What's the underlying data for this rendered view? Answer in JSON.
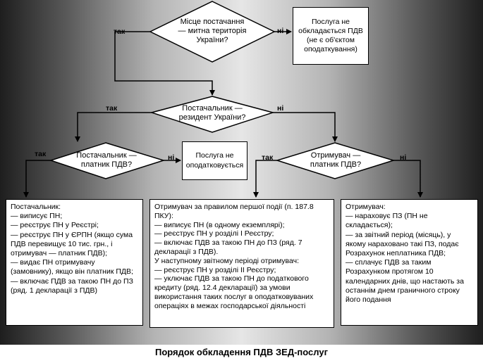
{
  "diagram": {
    "decisions": {
      "d1": "Місце постачання — митна територія України?",
      "d2": "Постачальник — резидент України?",
      "d3": "Постачальник — платник ПДВ?",
      "d4": "Отримувач — платник ПДВ?"
    },
    "boxes": {
      "not_taxed_object": "Послуга не обкладається ПДВ (не є об'єктом оподаткування)",
      "not_taxed": "Послуга не оподатковується",
      "supplier": "Постачальник:\n— виписує ПН;\n— реєструє ПН у Реєстрі;\n— реєструє ПН у ЄРПН (якщо сума ПДВ перевищує 10 тис. грн., і отримувач — платник ПДВ);\n— видає ПН отримувачу (замовнику), якщо він платник ПДВ;\n— включає ПДВ за такою ПН до ПЗ (ряд. 1 декларації з ПДВ)",
      "receiver_first_event": "Отримувач за правилом першої події (п. 187.8 ПКУ):\n— виписує ПН (в одному екземплярі);\n— реєструє ПН у розділі І Реєстру;\n— включає ПДВ за такою ПН до ПЗ (ряд. 7 декларації з ПДВ).\nУ наступному звітному періоді отримувач:\n— реєструє ПН у розділі ІІ Реєстру;\n— уключає ПДВ за такою ПН до податкового кредиту (ряд. 12.4 декларації) за умови використання таких послуг в оподатковуваних операціях в межах господарської діяльності",
      "receiver_nonpayer": "Отримувач:\n— нараховує ПЗ (ПН не складається);\n— за звітний період (місяць), у якому нараховано такі ПЗ, подає Розрахунок неплатника ПДВ;\n— сплачує ПДВ за таким Розрахунком протягом 10 календарних днів, що настають за останнім днем граничного строку його подання"
    },
    "labels": {
      "yes": "так",
      "no": "ні"
    }
  },
  "caption": "Порядок обкладення ПДВ ЗЕД-послуг"
}
